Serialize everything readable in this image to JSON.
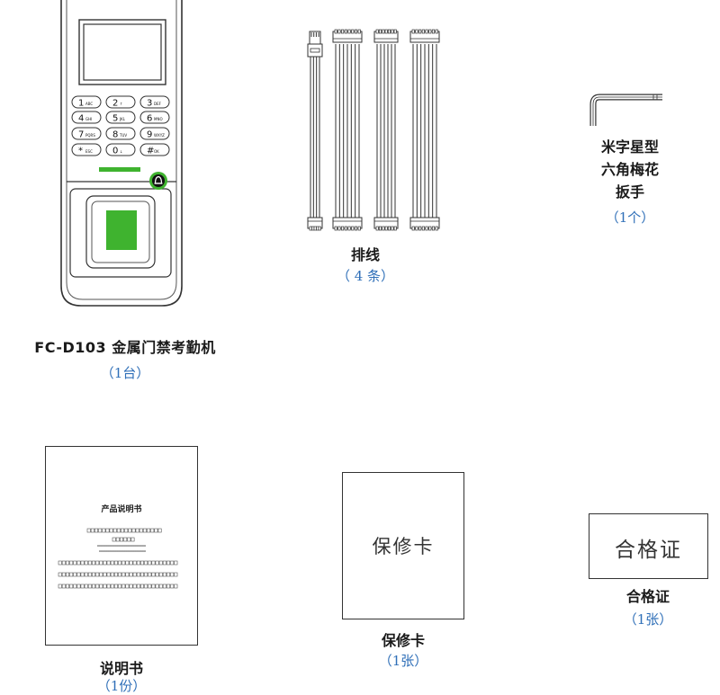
{
  "device": {
    "name": "FC-D103 金属门禁考勤机",
    "qty": "（1台）",
    "keys": [
      {
        "num": "1",
        "sub": "ABC"
      },
      {
        "num": "2",
        "sub": "↑"
      },
      {
        "num": "3",
        "sub": "DEF"
      },
      {
        "num": "4",
        "sub": "GHI"
      },
      {
        "num": "5",
        "sub": "JKL"
      },
      {
        "num": "6",
        "sub": "MNO"
      },
      {
        "num": "7",
        "sub": "PQRS"
      },
      {
        "num": "8",
        "sub": "TUV"
      },
      {
        "num": "9",
        "sub": "WXYZ"
      },
      {
        "num": "*",
        "sub": "ESC"
      },
      {
        "num": "0",
        "sub": "↓"
      },
      {
        "num": "#",
        "sub": "OK"
      }
    ]
  },
  "cables": {
    "name": "排线",
    "qty": "（ 4 条）"
  },
  "wrench": {
    "name_lines": [
      "米字星型",
      "六角梅花",
      "扳手"
    ],
    "qty": "（1个）"
  },
  "manual": {
    "cover_title": "产品说明书",
    "name": "说明书",
    "qty": "（1份）"
  },
  "warranty": {
    "card_text": "保修卡",
    "name": "保修卡",
    "qty": "（1张）"
  },
  "certificate": {
    "card_text": "合格证",
    "name": "合格证",
    "qty": "（1张）"
  },
  "colors": {
    "accent_green": "#3fb32f",
    "outline": "#333333",
    "qty_blue": "#2f6fb8"
  }
}
